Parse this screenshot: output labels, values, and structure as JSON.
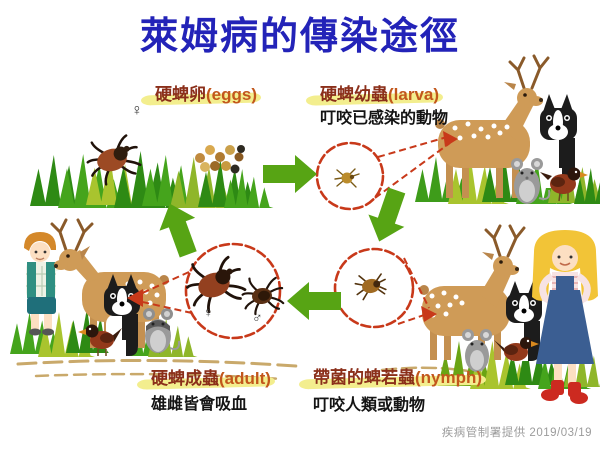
{
  "title": "萊姆病的傳染途徑",
  "stages": {
    "eggs": {
      "zh": "硬蜱卵",
      "en": "(eggs)"
    },
    "larva": {
      "zh": "硬蜱幼蟲",
      "en": "(larva)",
      "note": "叮咬已感染的動物"
    },
    "adult": {
      "zh": "硬蜱成蟲",
      "en": "(adult)",
      "note": "雄雌皆會吸血"
    },
    "nymph": {
      "zh": "帶菌的蜱若蟲",
      "en": "(nymph)",
      "note": "叮咬人類或動物"
    }
  },
  "symbols": {
    "female": "♀",
    "male": "♂"
  },
  "credit": "疾病管制署提供  2019/03/19",
  "colors": {
    "title": "#2323b8",
    "label-zh": "#8b2f1a",
    "label-en": "#c2571c",
    "highlight": "#f3ee8e",
    "note": "#141414",
    "arrow-green": "#57a414",
    "circle-red": "#c8391a",
    "credit-gray": "#9c9c9c"
  }
}
